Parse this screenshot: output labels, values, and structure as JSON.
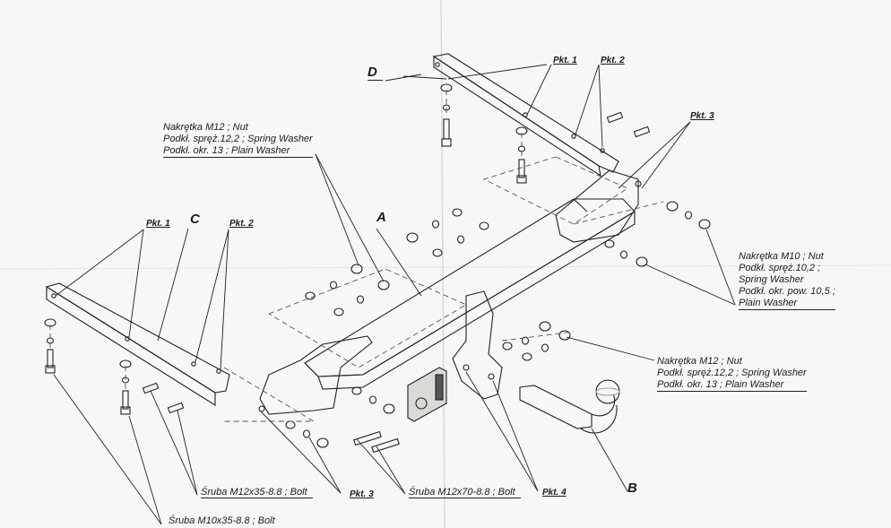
{
  "parts": {
    "A": "A",
    "B": "B",
    "C": "C",
    "D": "D"
  },
  "points": {
    "pkt1": "Pkt. 1",
    "pkt2": "Pkt. 2",
    "pkt3": "Pkt. 3",
    "pkt4": "Pkt. 4"
  },
  "callouts": {
    "nut_m12_top": [
      "Nakrętka M12 ; Nut",
      "Podkł. spręż.12,2 ; Spring Washer",
      "Podkł. okr. 13 ; Plain Washer"
    ],
    "nut_m10_right": [
      "Nakrętka M10 ; Nut",
      "Podkł. spręż.10,2 ;",
      "Spring Washer",
      "Podkł. okr. pow. 10,5 ;",
      "Plain Washer"
    ],
    "nut_m12_right": [
      "Nakrętka M12 ; Nut",
      "Podkł. spręż.12,2 ; Spring Washer",
      "Podkł. okr. 13 ; Plain Washer"
    ],
    "bolt_m12x35": "Śruba M12x35-8.8 ;  Bolt",
    "bolt_m12x70": "Śruba M12x70-8.8 ;  Bolt",
    "bolt_m10x35": "Śruba M10x35-8.8 ;  Bolt"
  }
}
